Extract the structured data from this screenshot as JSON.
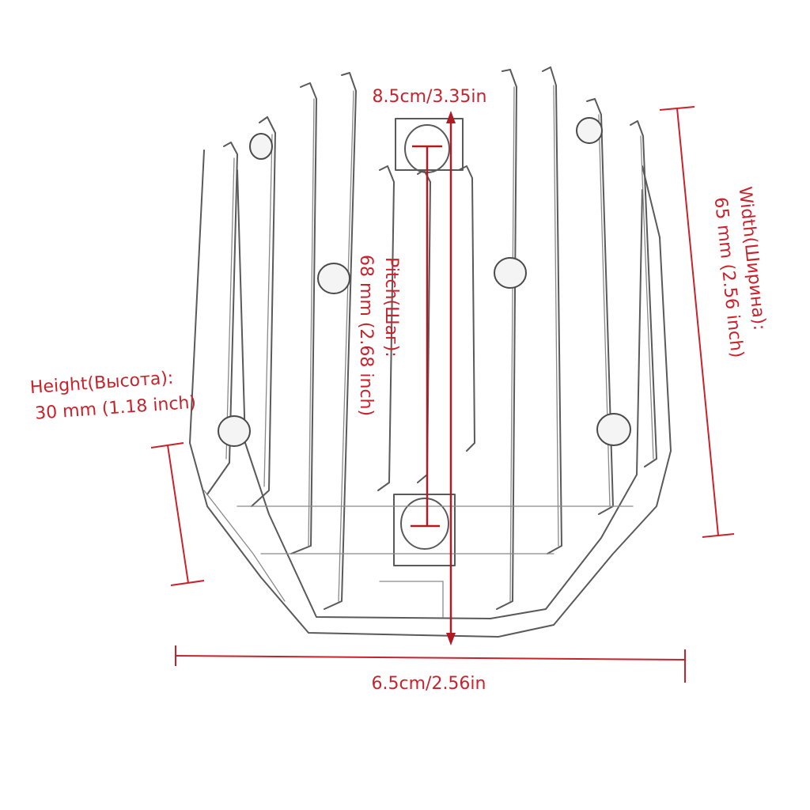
{
  "dimensions": {
    "top_length": "8.5cm/3.35in",
    "bottom_width": "6.5cm/2.56in",
    "height_title": "Height(Высота):",
    "height_value": "30 mm (1.18 inch)",
    "pitch_title": "Pitch(Шаг):",
    "pitch_value": "68 mm (2.68 inch)",
    "width_title": "Width(Ширина):",
    "width_value": "65 mm (2.56 inch)"
  },
  "colors": {
    "annotation": "#c8232c",
    "sketch": "#5a5a5a"
  }
}
